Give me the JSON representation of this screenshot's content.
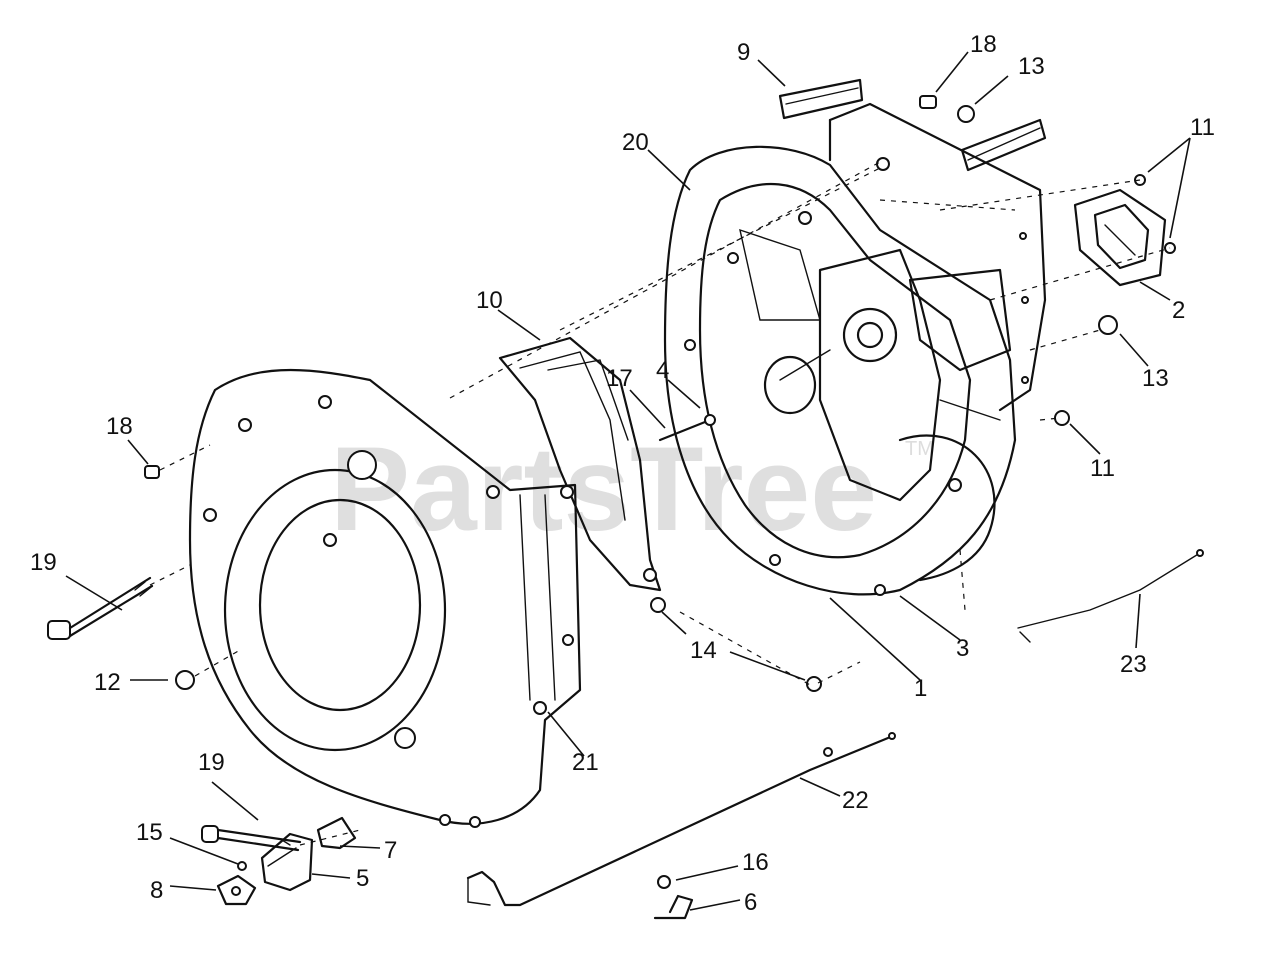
{
  "watermark": {
    "text": "PartsTree",
    "tm": "TM"
  },
  "callouts": [
    {
      "id": "9",
      "label": "9"
    },
    {
      "id": "18a",
      "label": "18"
    },
    {
      "id": "13a",
      "label": "13"
    },
    {
      "id": "11a",
      "label": "11"
    },
    {
      "id": "20",
      "label": "20"
    },
    {
      "id": "2",
      "label": "2"
    },
    {
      "id": "10",
      "label": "10"
    },
    {
      "id": "17",
      "label": "17"
    },
    {
      "id": "4",
      "label": "4"
    },
    {
      "id": "13b",
      "label": "13"
    },
    {
      "id": "18b",
      "label": "18"
    },
    {
      "id": "11b",
      "label": "11"
    },
    {
      "id": "19a",
      "label": "19"
    },
    {
      "id": "14",
      "label": "14"
    },
    {
      "id": "3",
      "label": "3"
    },
    {
      "id": "23",
      "label": "23"
    },
    {
      "id": "1",
      "label": "1"
    },
    {
      "id": "12",
      "label": "12"
    },
    {
      "id": "21",
      "label": "21"
    },
    {
      "id": "19b",
      "label": "19"
    },
    {
      "id": "22",
      "label": "22"
    },
    {
      "id": "15",
      "label": "15"
    },
    {
      "id": "7",
      "label": "7"
    },
    {
      "id": "16",
      "label": "16"
    },
    {
      "id": "8",
      "label": "8"
    },
    {
      "id": "5",
      "label": "5"
    },
    {
      "id": "6",
      "label": "6"
    }
  ]
}
